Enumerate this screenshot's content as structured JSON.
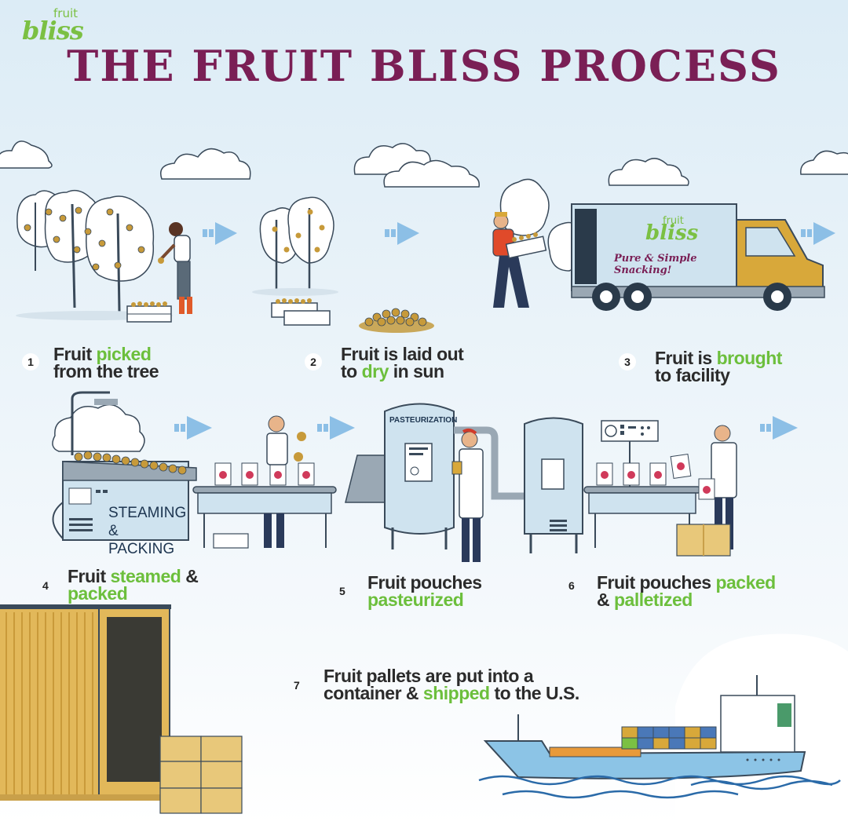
{
  "brand": {
    "logo_small": "fruit",
    "logo_main": "bliss"
  },
  "title": "THE FRUIT BLISS PROCESS",
  "truck": {
    "logo_small": "fruit",
    "logo_main": "bliss",
    "slogan": "Pure & Simple Snacking!"
  },
  "machines": {
    "steam_label_1": "STEAMING",
    "steam_label_2": "& PACKING",
    "pasteurization": "PASTEURIZATION"
  },
  "steps": [
    {
      "num": "1",
      "pre": "Fruit ",
      "hl": "picked",
      "line2_pre": "from the tree",
      "line2_hl": "",
      "line2_post": ""
    },
    {
      "num": "2",
      "pre": "Fruit is laid out",
      "hl": "",
      "line2_pre": "to ",
      "line2_hl": "dry",
      "line2_post": " in sun"
    },
    {
      "num": "3",
      "pre": "Fruit is ",
      "hl": "brought",
      "line2_pre": "to facility",
      "line2_hl": "",
      "line2_post": ""
    },
    {
      "num": "4",
      "pre": "Fruit ",
      "hl": "steamed",
      "post": " &",
      "line2_pre": "",
      "line2_hl": "packed",
      "line2_post": ""
    },
    {
      "num": "5",
      "pre": "Fruit pouches",
      "hl": "",
      "line2_pre": "",
      "line2_hl": "pasteurized",
      "line2_post": ""
    },
    {
      "num": "6",
      "pre": "Fruit pouches ",
      "hl": "packed",
      "line2_pre": "& ",
      "line2_hl": "palletized",
      "line2_post": ""
    },
    {
      "num": "7",
      "pre": "Fruit pallets are put into a",
      "hl": "",
      "line2_pre": "container & ",
      "line2_hl": "shipped",
      "line2_post": " to the U.S."
    }
  ],
  "colors": {
    "title": "#7a1f55",
    "highlight": "#6cbf3c",
    "text": "#2b2b2b",
    "arrow": "#7fb4e0",
    "truck_body": "#d8a83a"
  }
}
